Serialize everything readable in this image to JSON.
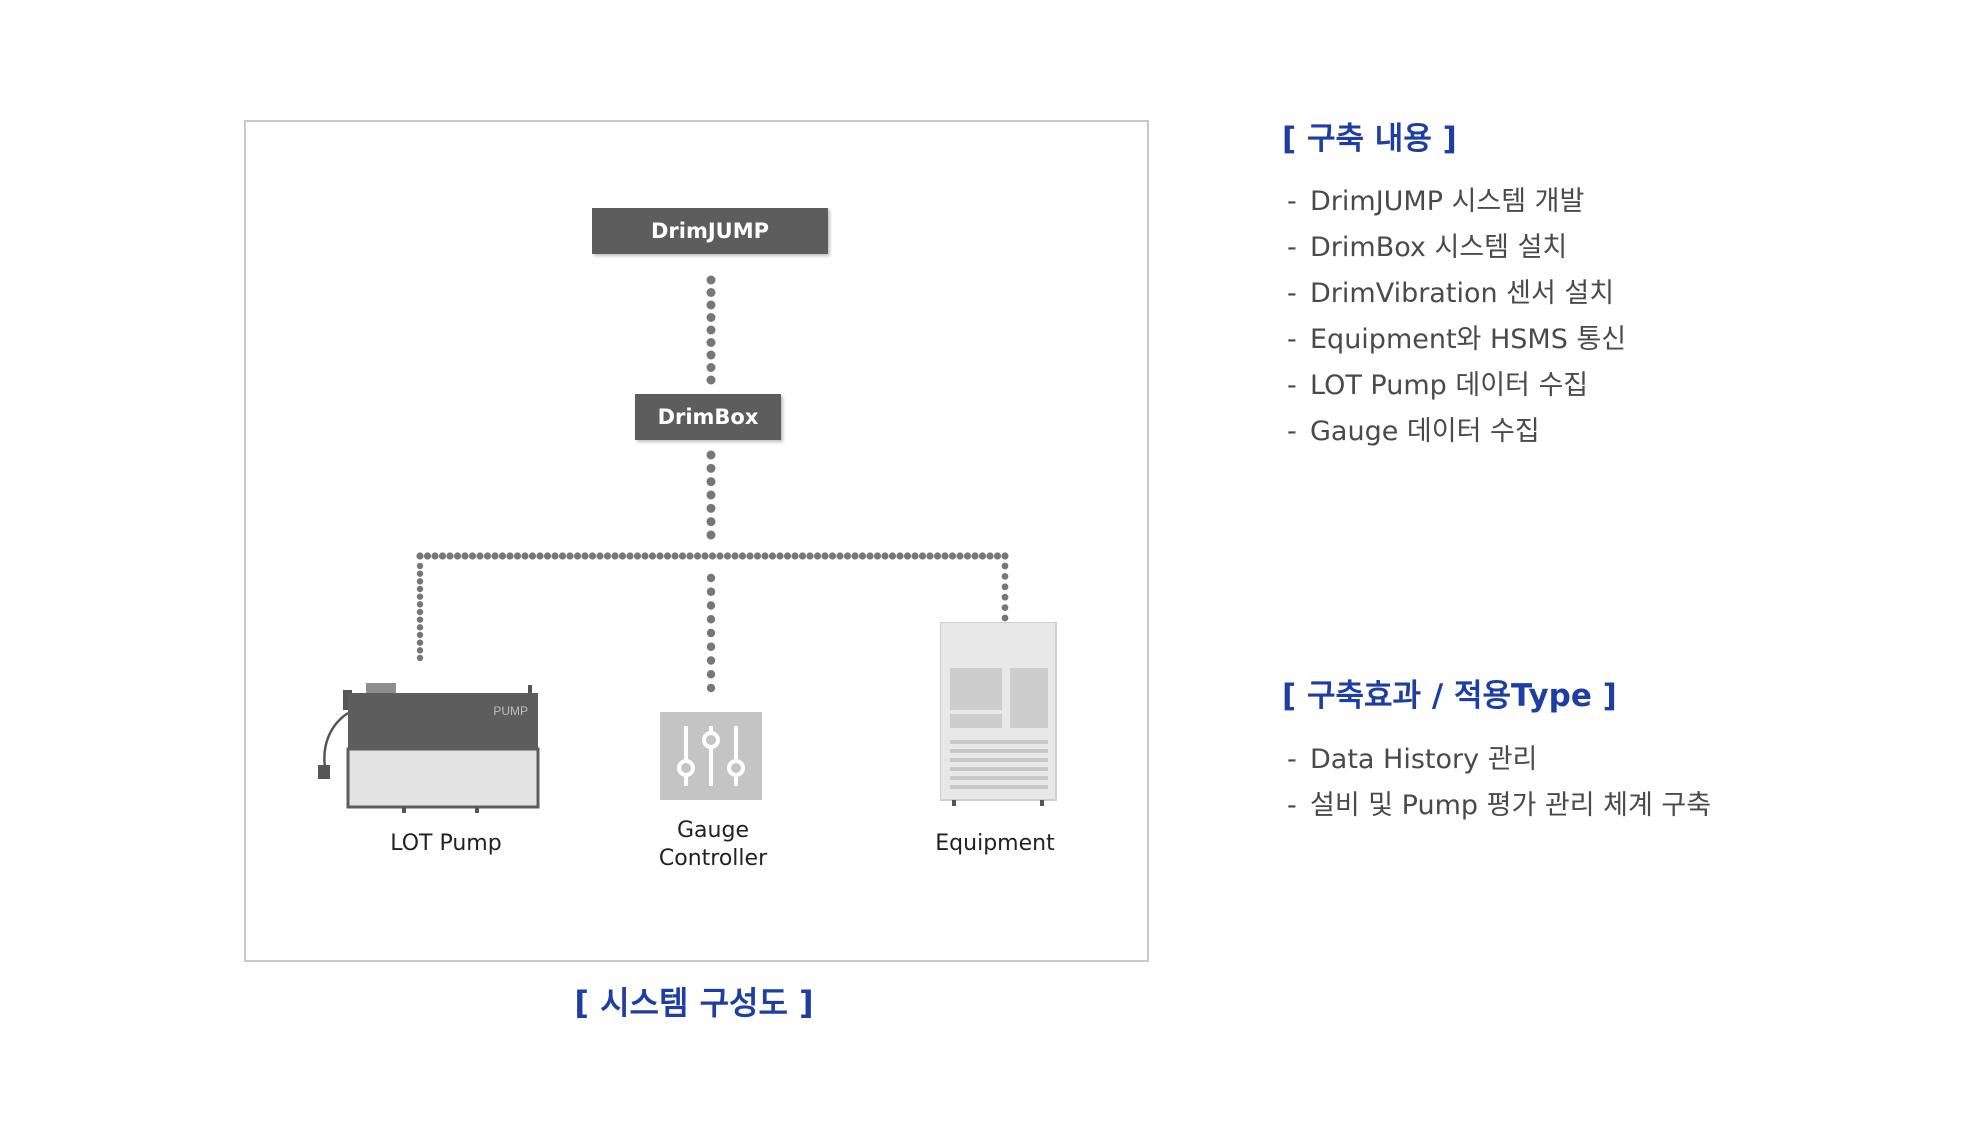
{
  "diagram": {
    "top_node": "DrimJUMP",
    "middle_node": "DrimBox",
    "devices": [
      {
        "name": "LOT Pump",
        "icon": "pump-icon",
        "badge": "PUMP"
      },
      {
        "name": "Gauge\nController",
        "icon": "gauge-controller-icon"
      },
      {
        "name": "Equipment",
        "icon": "equipment-icon"
      }
    ],
    "caption": "[ 시스템 구성도 ]"
  },
  "sections": [
    {
      "title": "[ 구축 내용 ]",
      "items": [
        "DrimJUMP 시스템 개발",
        "DrimBox 시스템 설치",
        "DrimVibration 센서 설치",
        "Equipment와 HSMS 통신",
        "LOT Pump 데이터 수집",
        "Gauge 데이터 수집"
      ]
    },
    {
      "title": "[ 구축효과 / 적용Type ]",
      "items": [
        "Data History 관리",
        "설비 및 Pump 평가 관리 체계 구축"
      ]
    }
  ],
  "colors": {
    "accent": "#1e3ea3",
    "node": "#5d5d5d",
    "dots": "#777777"
  }
}
